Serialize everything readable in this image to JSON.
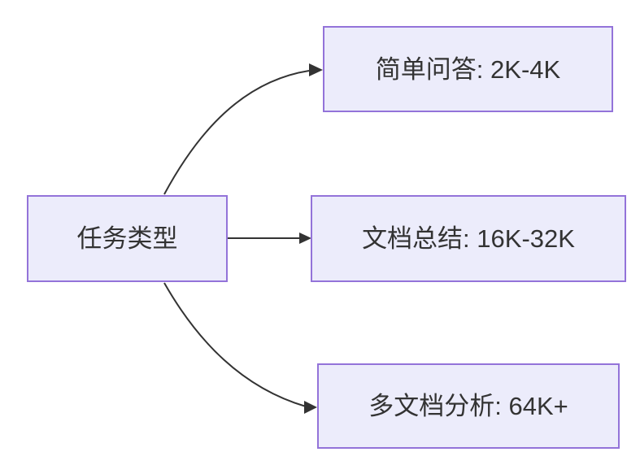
{
  "diagram": {
    "type": "flowchart",
    "direction": "left-to-right",
    "root": {
      "label": "任务类型"
    },
    "branches": [
      {
        "label": "简单问答: 2K-4K"
      },
      {
        "label": "文档总结: 16K-32K"
      },
      {
        "label": "多文档分析: 64K+"
      }
    ],
    "edges": [
      {
        "from": "任务类型",
        "to": "简单问答: 2K-4K"
      },
      {
        "from": "任务类型",
        "to": "文档总结: 16K-32K"
      },
      {
        "from": "任务类型",
        "to": "多文档分析: 64K+"
      }
    ],
    "colors": {
      "node_fill": "#ececfb",
      "node_border": "#9373d9",
      "edge": "#333333",
      "text": "#333333",
      "background": "#ffffff"
    }
  }
}
